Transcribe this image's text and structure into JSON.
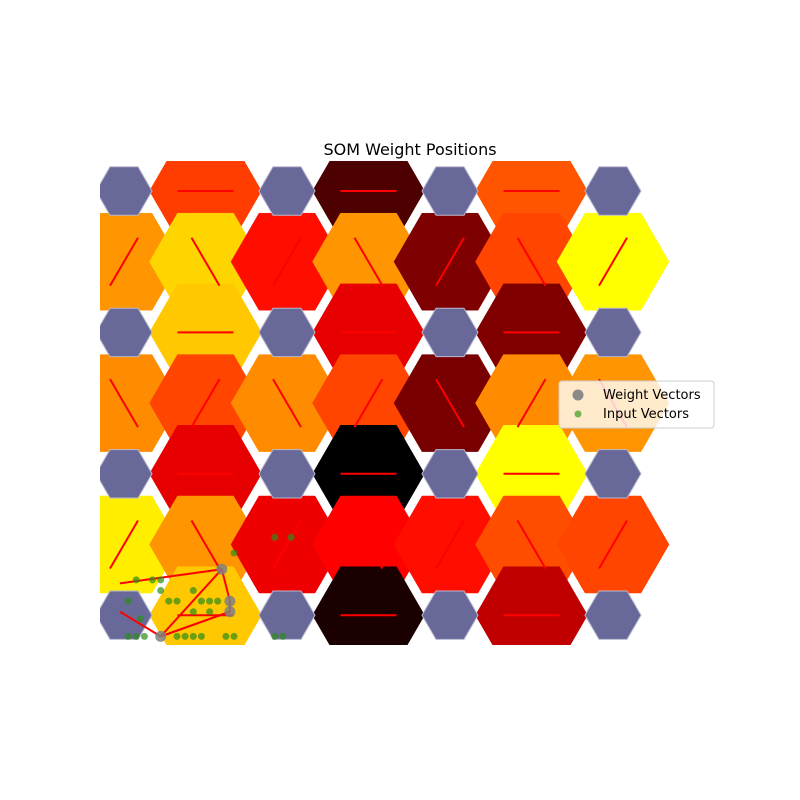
{
  "chart_data": {
    "type": "scatter",
    "title": "SOM Weight Positions",
    "xlabel": "",
    "ylabel": "",
    "grid": false,
    "axes_visible": false,
    "legend_placement": "center-right",
    "legend": [
      {
        "label": "Weight Vectors",
        "color": "#808080",
        "marker": "circle"
      },
      {
        "label": "Input Vectors",
        "color": "#3a9a1e",
        "marker": "circle"
      }
    ],
    "colors": {
      "unit_hex": "#696999",
      "unit_edge": "#b8b8d0",
      "bar": "#ff0000",
      "connection": "#ff0000",
      "weight": "#808080",
      "input": "#2e8b1a"
    },
    "hex_map_colormap": "hot",
    "hex_cells": [
      {
        "col": 1,
        "row": 0,
        "kind": "distance",
        "color": "#ff3d00",
        "bar": "h"
      },
      {
        "col": 3,
        "row": 0,
        "kind": "distance",
        "color": "#4c0000",
        "bar": "h"
      },
      {
        "col": 5,
        "row": 0,
        "kind": "distance",
        "color": "#ff5500",
        "bar": "h"
      },
      {
        "col": 0,
        "row": 1,
        "kind": "distance",
        "color": "#ff9500",
        "bar": "d2"
      },
      {
        "col": 1,
        "row": 1,
        "kind": "distance",
        "color": "#ffd500",
        "bar": "d1"
      },
      {
        "col": 2,
        "row": 1,
        "kind": "distance",
        "color": "#ff0e00",
        "bar": "d2"
      },
      {
        "col": 3,
        "row": 1,
        "kind": "distance",
        "color": "#ff9500",
        "bar": "d1"
      },
      {
        "col": 4,
        "row": 1,
        "kind": "distance",
        "color": "#7f0000",
        "bar": "d2"
      },
      {
        "col": 5,
        "row": 1,
        "kind": "distance",
        "color": "#ff4500",
        "bar": "d1"
      },
      {
        "col": 6,
        "row": 1,
        "kind": "distance",
        "color": "#ffff00",
        "bar": "d2"
      },
      {
        "col": 1,
        "row": 2,
        "kind": "distance",
        "color": "#ffc800",
        "bar": "h"
      },
      {
        "col": 3,
        "row": 2,
        "kind": "distance",
        "color": "#e60000",
        "bar": "h"
      },
      {
        "col": 5,
        "row": 2,
        "kind": "distance",
        "color": "#800000",
        "bar": "h"
      },
      {
        "col": 0,
        "row": 3,
        "kind": "distance",
        "color": "#ff8c00",
        "bar": "d1"
      },
      {
        "col": 1,
        "row": 3,
        "kind": "distance",
        "color": "#ff4500",
        "bar": "d2"
      },
      {
        "col": 2,
        "row": 3,
        "kind": "distance",
        "color": "#ff8c00",
        "bar": "d1"
      },
      {
        "col": 3,
        "row": 3,
        "kind": "distance",
        "color": "#ff4500",
        "bar": "d2"
      },
      {
        "col": 4,
        "row": 3,
        "kind": "distance",
        "color": "#780000",
        "bar": "d1"
      },
      {
        "col": 5,
        "row": 3,
        "kind": "distance",
        "color": "#ff8c00",
        "bar": "d2"
      },
      {
        "col": 6,
        "row": 3,
        "kind": "distance",
        "color": "#ff9500",
        "bar": "d1"
      },
      {
        "col": 1,
        "row": 4,
        "kind": "distance",
        "color": "#e60000",
        "bar": "h"
      },
      {
        "col": 3,
        "row": 4,
        "kind": "distance",
        "color": "#000000",
        "bar": "h"
      },
      {
        "col": 5,
        "row": 4,
        "kind": "distance",
        "color": "#ffff00",
        "bar": "h"
      },
      {
        "col": 0,
        "row": 5,
        "kind": "distance",
        "color": "#ffee00",
        "bar": "d2"
      },
      {
        "col": 1,
        "row": 5,
        "kind": "distance",
        "color": "#ff9500",
        "bar": "d1"
      },
      {
        "col": 2,
        "row": 5,
        "kind": "distance",
        "color": "#ee0000",
        "bar": "d2"
      },
      {
        "col": 3,
        "row": 5,
        "kind": "distance",
        "color": "#ff0000",
        "bar": "d1"
      },
      {
        "col": 4,
        "row": 5,
        "kind": "distance",
        "color": "#ff0e00",
        "bar": "d2"
      },
      {
        "col": 5,
        "row": 5,
        "kind": "distance",
        "color": "#ff4d00",
        "bar": "d1"
      },
      {
        "col": 6,
        "row": 5,
        "kind": "distance",
        "color": "#ff4500",
        "bar": "d2"
      },
      {
        "col": 1,
        "row": 6,
        "kind": "distance",
        "color": "#ffc800",
        "bar": "h"
      },
      {
        "col": 3,
        "row": 6,
        "kind": "distance",
        "color": "#1a0000",
        "bar": "h"
      },
      {
        "col": 5,
        "row": 6,
        "kind": "distance",
        "color": "#c00000",
        "bar": "h"
      },
      {
        "col": 0,
        "row": 0,
        "kind": "unit"
      },
      {
        "col": 2,
        "row": 0,
        "kind": "unit"
      },
      {
        "col": 4,
        "row": 0,
        "kind": "unit"
      },
      {
        "col": 6,
        "row": 0,
        "kind": "unit"
      },
      {
        "col": 0,
        "row": 2,
        "kind": "unit"
      },
      {
        "col": 2,
        "row": 2,
        "kind": "unit"
      },
      {
        "col": 4,
        "row": 2,
        "kind": "unit"
      },
      {
        "col": 6,
        "row": 2,
        "kind": "unit"
      },
      {
        "col": 0,
        "row": 4,
        "kind": "unit"
      },
      {
        "col": 2,
        "row": 4,
        "kind": "unit"
      },
      {
        "col": 4,
        "row": 4,
        "kind": "unit"
      },
      {
        "col": 6,
        "row": 4,
        "kind": "unit"
      },
      {
        "col": 0,
        "row": 6,
        "kind": "unit"
      },
      {
        "col": 2,
        "row": 6,
        "kind": "unit"
      },
      {
        "col": 4,
        "row": 6,
        "kind": "unit"
      },
      {
        "col": 6,
        "row": 6,
        "kind": "unit"
      }
    ],
    "weight_vectors": [
      {
        "x": 1.2,
        "y": 5.35
      },
      {
        "x": 1.3,
        "y": 5.8
      },
      {
        "x": 1.3,
        "y": 5.95
      },
      {
        "x": 0.45,
        "y": 6.3
      }
    ],
    "weight_connections": [
      [
        [
          -0.05,
          5.55
        ],
        [
          1.2,
          5.35
        ],
        [
          1.3,
          5.8
        ],
        [
          1.3,
          5.95
        ],
        [
          0.45,
          6.3
        ],
        [
          -0.05,
          5.95
        ]
      ],
      [
        [
          0.45,
          6.3
        ],
        [
          1.2,
          5.35
        ]
      ],
      [
        [
          0.45,
          6.3
        ],
        [
          1.3,
          5.95
        ]
      ]
    ],
    "input_vectors": [
      {
        "x": 1.85,
        "y": 4.9
      },
      {
        "x": 2.05,
        "y": 4.9
      },
      {
        "x": 1.35,
        "y": 5.12
      },
      {
        "x": 0.15,
        "y": 5.5
      },
      {
        "x": 0.35,
        "y": 5.5
      },
      {
        "x": 0.45,
        "y": 5.5
      },
      {
        "x": 0.45,
        "y": 5.65
      },
      {
        "x": 0.85,
        "y": 5.65
      },
      {
        "x": 0.55,
        "y": 5.8
      },
      {
        "x": 0.65,
        "y": 5.8
      },
      {
        "x": 0.95,
        "y": 5.8
      },
      {
        "x": 1.05,
        "y": 5.8
      },
      {
        "x": 1.15,
        "y": 5.8
      },
      {
        "x": 0.05,
        "y": 5.8
      },
      {
        "x": 0.85,
        "y": 5.95
      },
      {
        "x": 1.05,
        "y": 5.95
      },
      {
        "x": 0.2,
        "y": 6.05
      },
      {
        "x": 0.05,
        "y": 6.3
      },
      {
        "x": 0.15,
        "y": 6.3
      },
      {
        "x": 0.25,
        "y": 6.3
      },
      {
        "x": 0.65,
        "y": 6.3
      },
      {
        "x": 0.75,
        "y": 6.3
      },
      {
        "x": 0.85,
        "y": 6.3
      },
      {
        "x": 0.95,
        "y": 6.3
      },
      {
        "x": 1.25,
        "y": 6.3
      },
      {
        "x": 1.35,
        "y": 6.3
      },
      {
        "x": 1.85,
        "y": 6.3
      },
      {
        "x": 1.95,
        "y": 6.3
      }
    ]
  }
}
